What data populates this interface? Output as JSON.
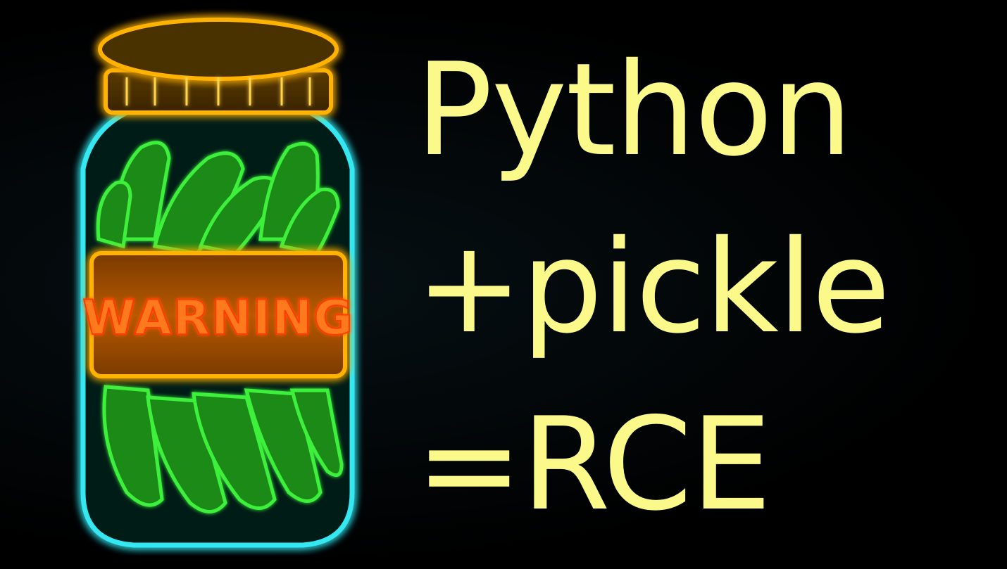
{
  "jar": {
    "label_text": "WARNING",
    "icon": "pickle-jar-icon",
    "colors": {
      "lid": "#ffb300",
      "glass": "#35e7f0",
      "pickles": "#3ef03a",
      "label": "#ff5a1f"
    }
  },
  "headline": {
    "line1": "Python",
    "line2": "+pickle",
    "line3": "=RCE",
    "color": "#fbf98a"
  }
}
